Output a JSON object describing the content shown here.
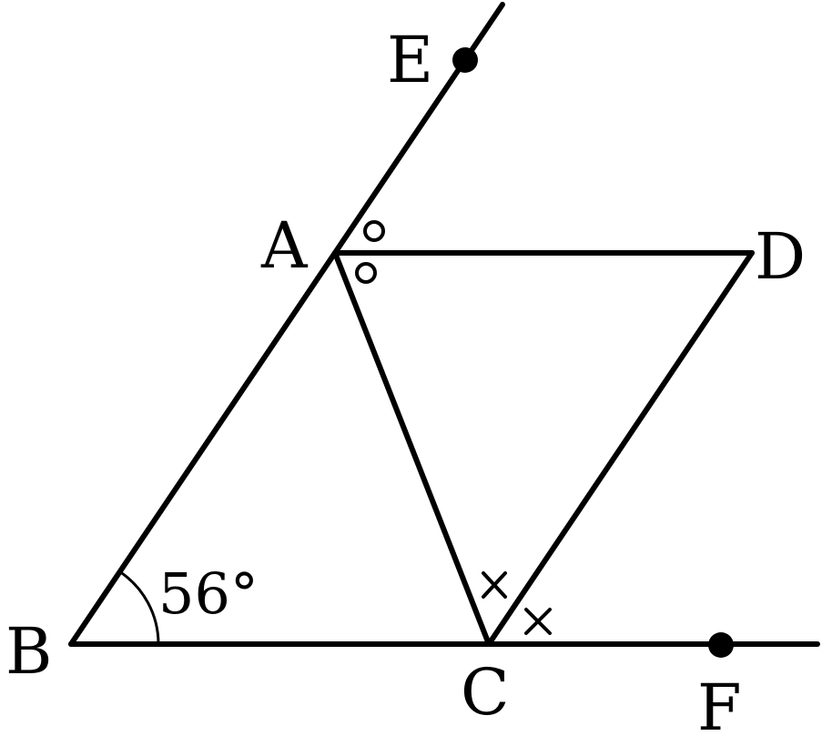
{
  "points": {
    "A": "A",
    "B": "B",
    "C": "C",
    "D": "D",
    "E": "E",
    "F": "F"
  },
  "angle_label": "56°"
}
